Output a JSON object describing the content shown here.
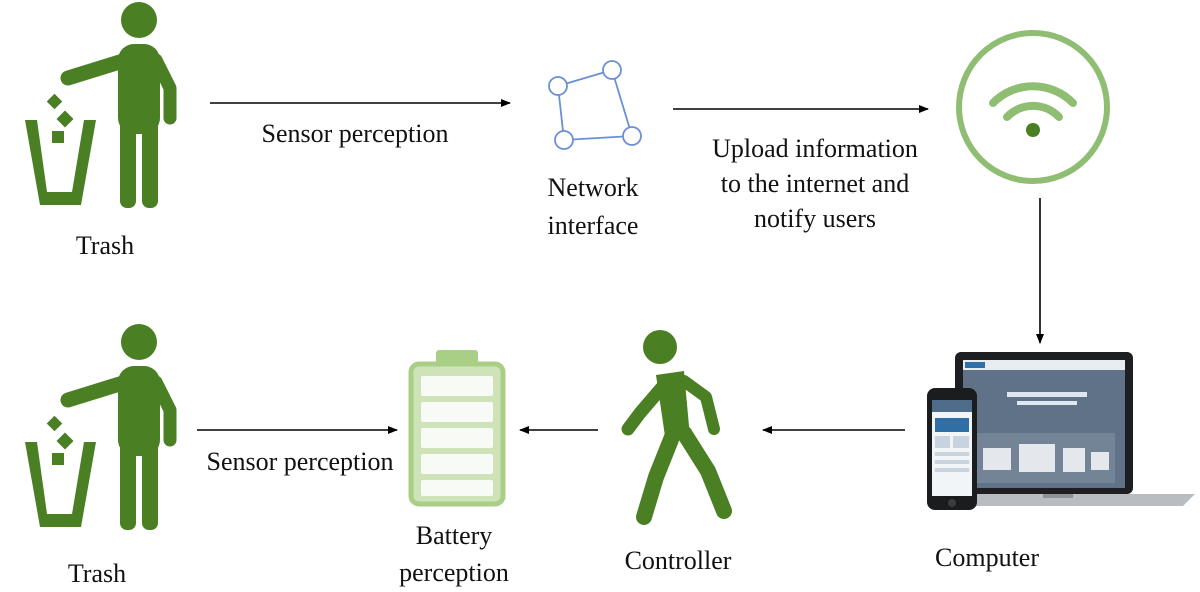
{
  "colors": {
    "green": "#4a7f24",
    "wifi_green": "#8fbe72",
    "battery_green": "#a9cf86",
    "network_blue": "#6b8fd6",
    "arrow": "#000000",
    "text": "#111111"
  },
  "nodes": {
    "trash_top": {
      "label": "Trash",
      "icon": "person-trash-icon"
    },
    "network": {
      "label_line1": "Network",
      "label_line2": "interface",
      "icon": "network-graph-icon"
    },
    "wifi": {
      "icon": "wifi-icon"
    },
    "trash_bottom": {
      "label": "Trash",
      "icon": "person-trash-icon"
    },
    "battery": {
      "label_line1": "Battery",
      "label_line2": "perception",
      "icon": "battery-icon"
    },
    "controller": {
      "label": "Controller",
      "icon": "walking-person-icon"
    },
    "computer": {
      "label": "Computer",
      "icon": "laptop-phone-icon"
    }
  },
  "edges": {
    "trash_to_network": {
      "label": "Sensor perception"
    },
    "network_to_wifi": {
      "label_line1": "Upload information",
      "label_line2": "to the internet and",
      "label_line3": "notify users"
    },
    "wifi_to_computer": {
      "label": ""
    },
    "computer_to_controller": {
      "label": ""
    },
    "controller_to_battery": {
      "label": ""
    },
    "trash_to_battery": {
      "label": "Sensor perception"
    }
  }
}
